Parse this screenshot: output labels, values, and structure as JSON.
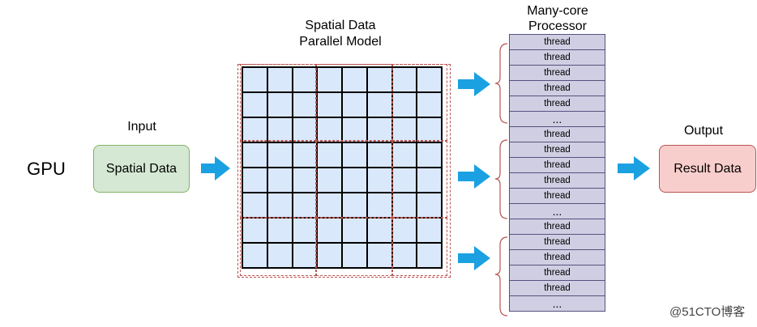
{
  "gpu_label": "GPU",
  "input": {
    "header": "Input",
    "box": "Spatial Data"
  },
  "model": {
    "title_line1": "Spatial Data",
    "title_line2": "Parallel Model"
  },
  "processor": {
    "title_line1": "Many-core",
    "title_line2": "Processor",
    "groups": [
      [
        "thread",
        "thread",
        "thread",
        "thread",
        "thread",
        "..."
      ],
      [
        "thread",
        "thread",
        "thread",
        "thread",
        "thread",
        "..."
      ],
      [
        "thread",
        "thread",
        "thread",
        "thread",
        "thread",
        "..."
      ]
    ]
  },
  "output": {
    "header": "Output",
    "box": "Result Data"
  },
  "watermark": "@51CTO博客",
  "colors": {
    "input_fill": "#d5e8d4",
    "input_stroke": "#82b366",
    "grid_fill": "#dae8fc",
    "block_dash": "#b85450",
    "thread_fill": "#d0cee2",
    "thread_stroke": "#56517e",
    "result_fill": "#f8cecc",
    "result_stroke": "#b85450",
    "arrow": "#1ba1e2"
  }
}
